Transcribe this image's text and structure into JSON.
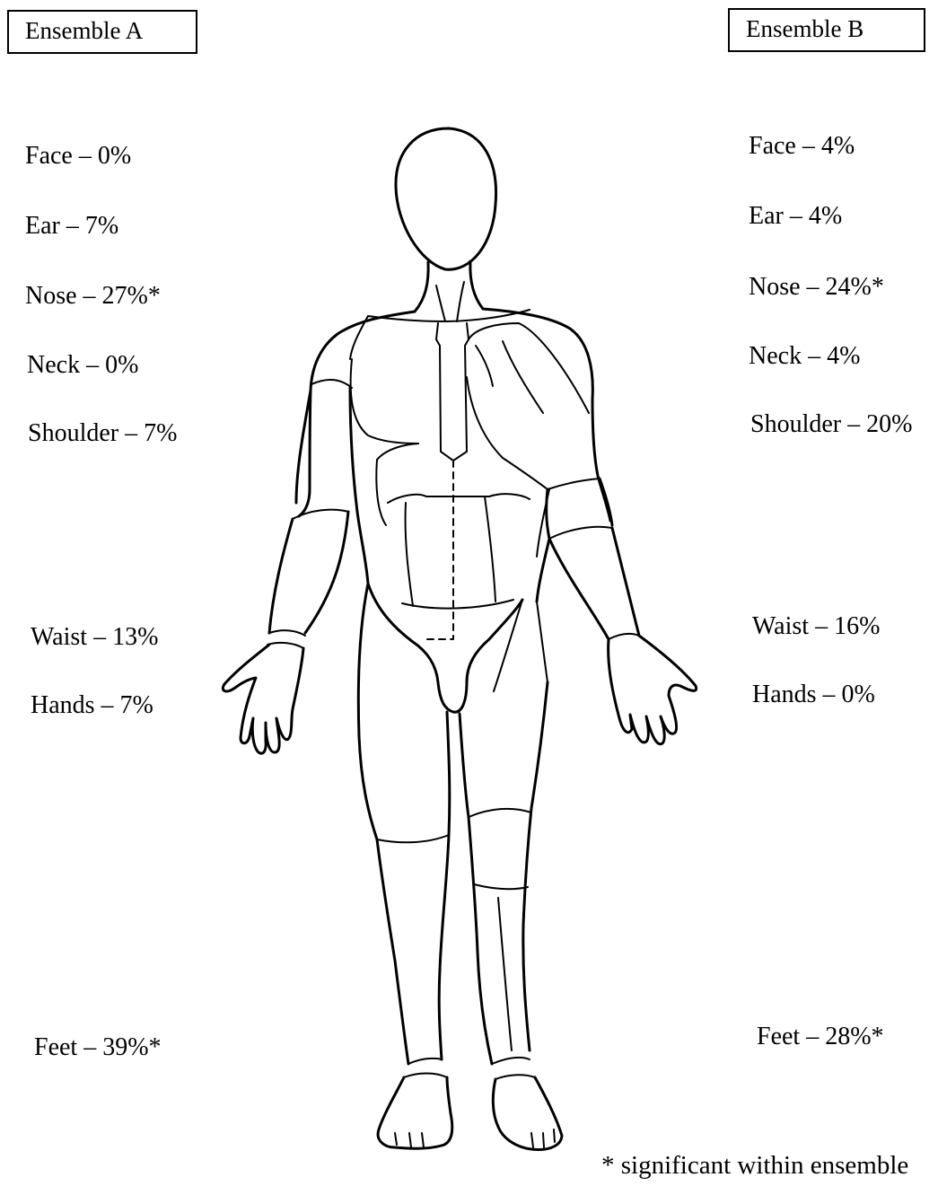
{
  "ensemble_a": {
    "title": "Ensemble A",
    "items": [
      {
        "label": "Face – 0%"
      },
      {
        "label": "Ear – 7%"
      },
      {
        "label": "Nose – 27%*"
      },
      {
        "label": "Neck – 0%"
      },
      {
        "label": "Shoulder – 7%"
      },
      {
        "label": "Waist – 13%"
      },
      {
        "label": "Hands – 7%"
      },
      {
        "label": "Feet – 39%*"
      }
    ]
  },
  "ensemble_b": {
    "title": "Ensemble B",
    "items": [
      {
        "label": "Face – 4%"
      },
      {
        "label": "Ear – 4%"
      },
      {
        "label": "Nose – 24%*"
      },
      {
        "label": "Neck – 4%"
      },
      {
        "label": "Shoulder – 20%"
      },
      {
        "label": "Waist – 16%"
      },
      {
        "label": "Hands – 0%"
      },
      {
        "label": "Feet – 28%*"
      }
    ]
  },
  "footnote": "* significant within ensemble"
}
